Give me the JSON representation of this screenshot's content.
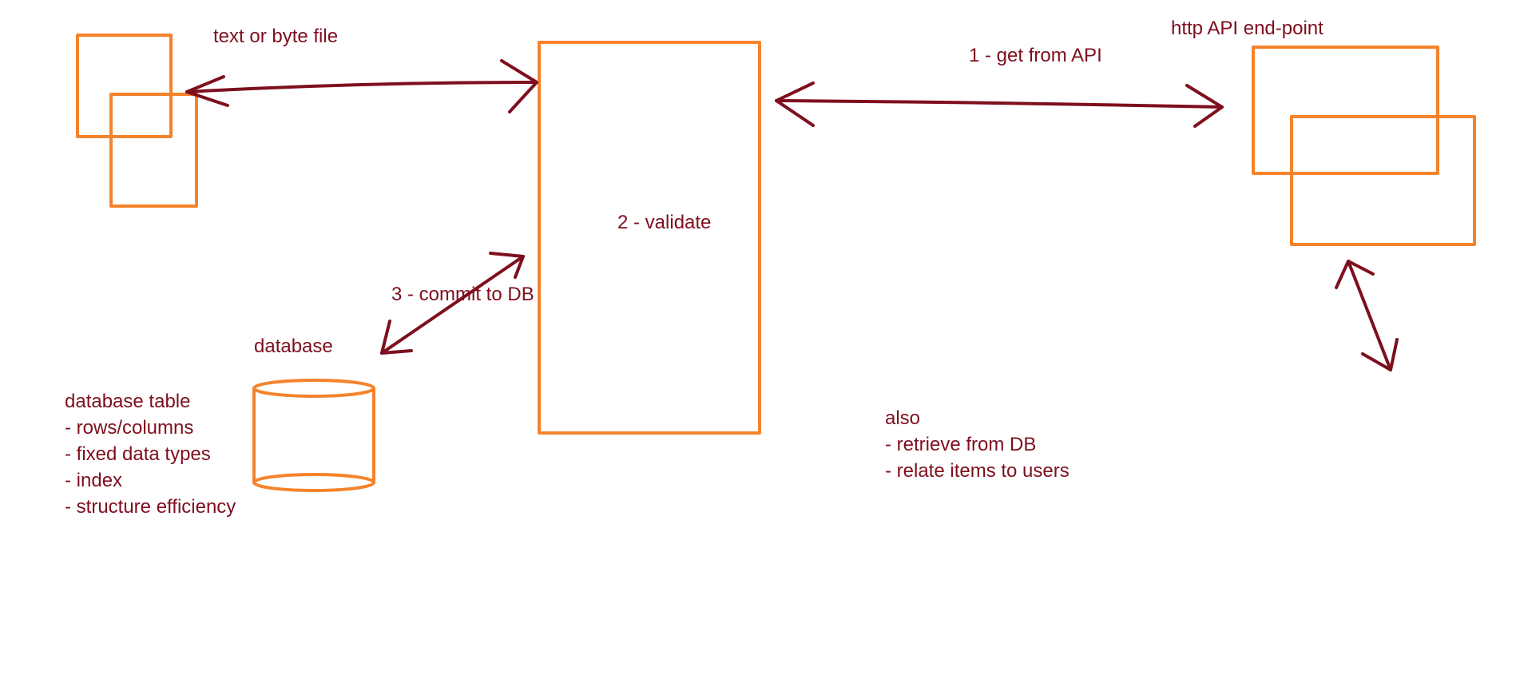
{
  "colors": {
    "shape_stroke": "#F5832B",
    "arrow_stroke": "#7E0F1E",
    "text": "#7E0F1E",
    "background": "#FFFFFF"
  },
  "labels": {
    "file": "text or byte file",
    "api_endpoint": "http API end-point",
    "get_from_api": "1 - get from API",
    "validate": "2 - validate",
    "commit_to_db": "3 - commit to DB",
    "database": "database"
  },
  "db_notes": {
    "title": "database table",
    "items": [
      "- rows/columns",
      "- fixed data types",
      "- index",
      "- structure efficiency"
    ]
  },
  "also_notes": {
    "title": "also",
    "items": [
      "- retrieve from DB",
      "- relate items to users"
    ]
  }
}
